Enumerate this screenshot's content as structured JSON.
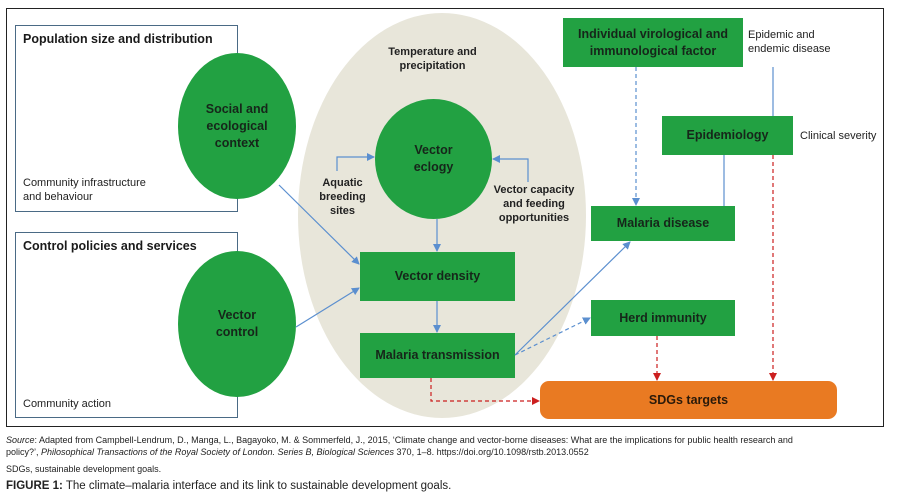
{
  "diagram": {
    "population_box": {
      "title": "Population size and distribution",
      "note_line1": "Community infrastructure",
      "note_line2": "and behaviour"
    },
    "control_box": {
      "title": "Control policies and services",
      "note": "Community action"
    },
    "nodes": {
      "social_context": {
        "line1": "Social and",
        "line2": "ecological",
        "line3": "context"
      },
      "vector_control": {
        "line1": "Vector",
        "line2": "control"
      },
      "vector_ecology": {
        "line1": "Vector",
        "line2": "eclogy"
      },
      "vector_density": "Vector density",
      "malaria_transmission": "Malaria transmission",
      "individual_factor": {
        "line1": "Individual virological and",
        "line2": "immunological factor"
      },
      "epidemiology": "Epidemiology",
      "malaria_disease": "Malaria disease",
      "herd_immunity": "Herd immunity",
      "sdg_targets": "SDGs targets"
    },
    "labels": {
      "temperature": {
        "line1": "Temperature and",
        "line2": "precipitation"
      },
      "aquatic": {
        "line1": "Aquatic",
        "line2": "breeding",
        "line3": "sites"
      },
      "vector_capacity": {
        "line1": "Vector capacity",
        "line2": "and feeding",
        "line3": "opportunities"
      },
      "epidemic": {
        "line1": "Epidemic and",
        "line2": "endemic disease"
      },
      "clinical_severity": "Clinical severity"
    },
    "colors": {
      "node_green": "#22a142",
      "climate_beige": "#e8e6da",
      "sdg_orange": "#e97a22",
      "arrow_blue": "#5b8fcf",
      "arrow_red": "#cc1f1f"
    }
  },
  "caption": {
    "source_label": "Source",
    "source_text1": ": Adapted from Campbell-Lendrum, D., Manga, L., Bagayoko, M. & Sommerfeld, J., 2015, ‘Climate change and vector-borne diseases: What are the implications for public health research and",
    "source_text2a": "policy?’, ",
    "source_journal": "Philosophical Transactions of the Royal Society of London. Series B, Biological Sciences",
    "source_text2b": " 370, 1–8. https://doi.org/10.1098/rstb.2013.0552",
    "abbrev": "SDGs, sustainable development goals.",
    "figure_label": "FIGURE 1:",
    "figure_text": " The climate–malaria interface and its link to sustainable development goals."
  }
}
